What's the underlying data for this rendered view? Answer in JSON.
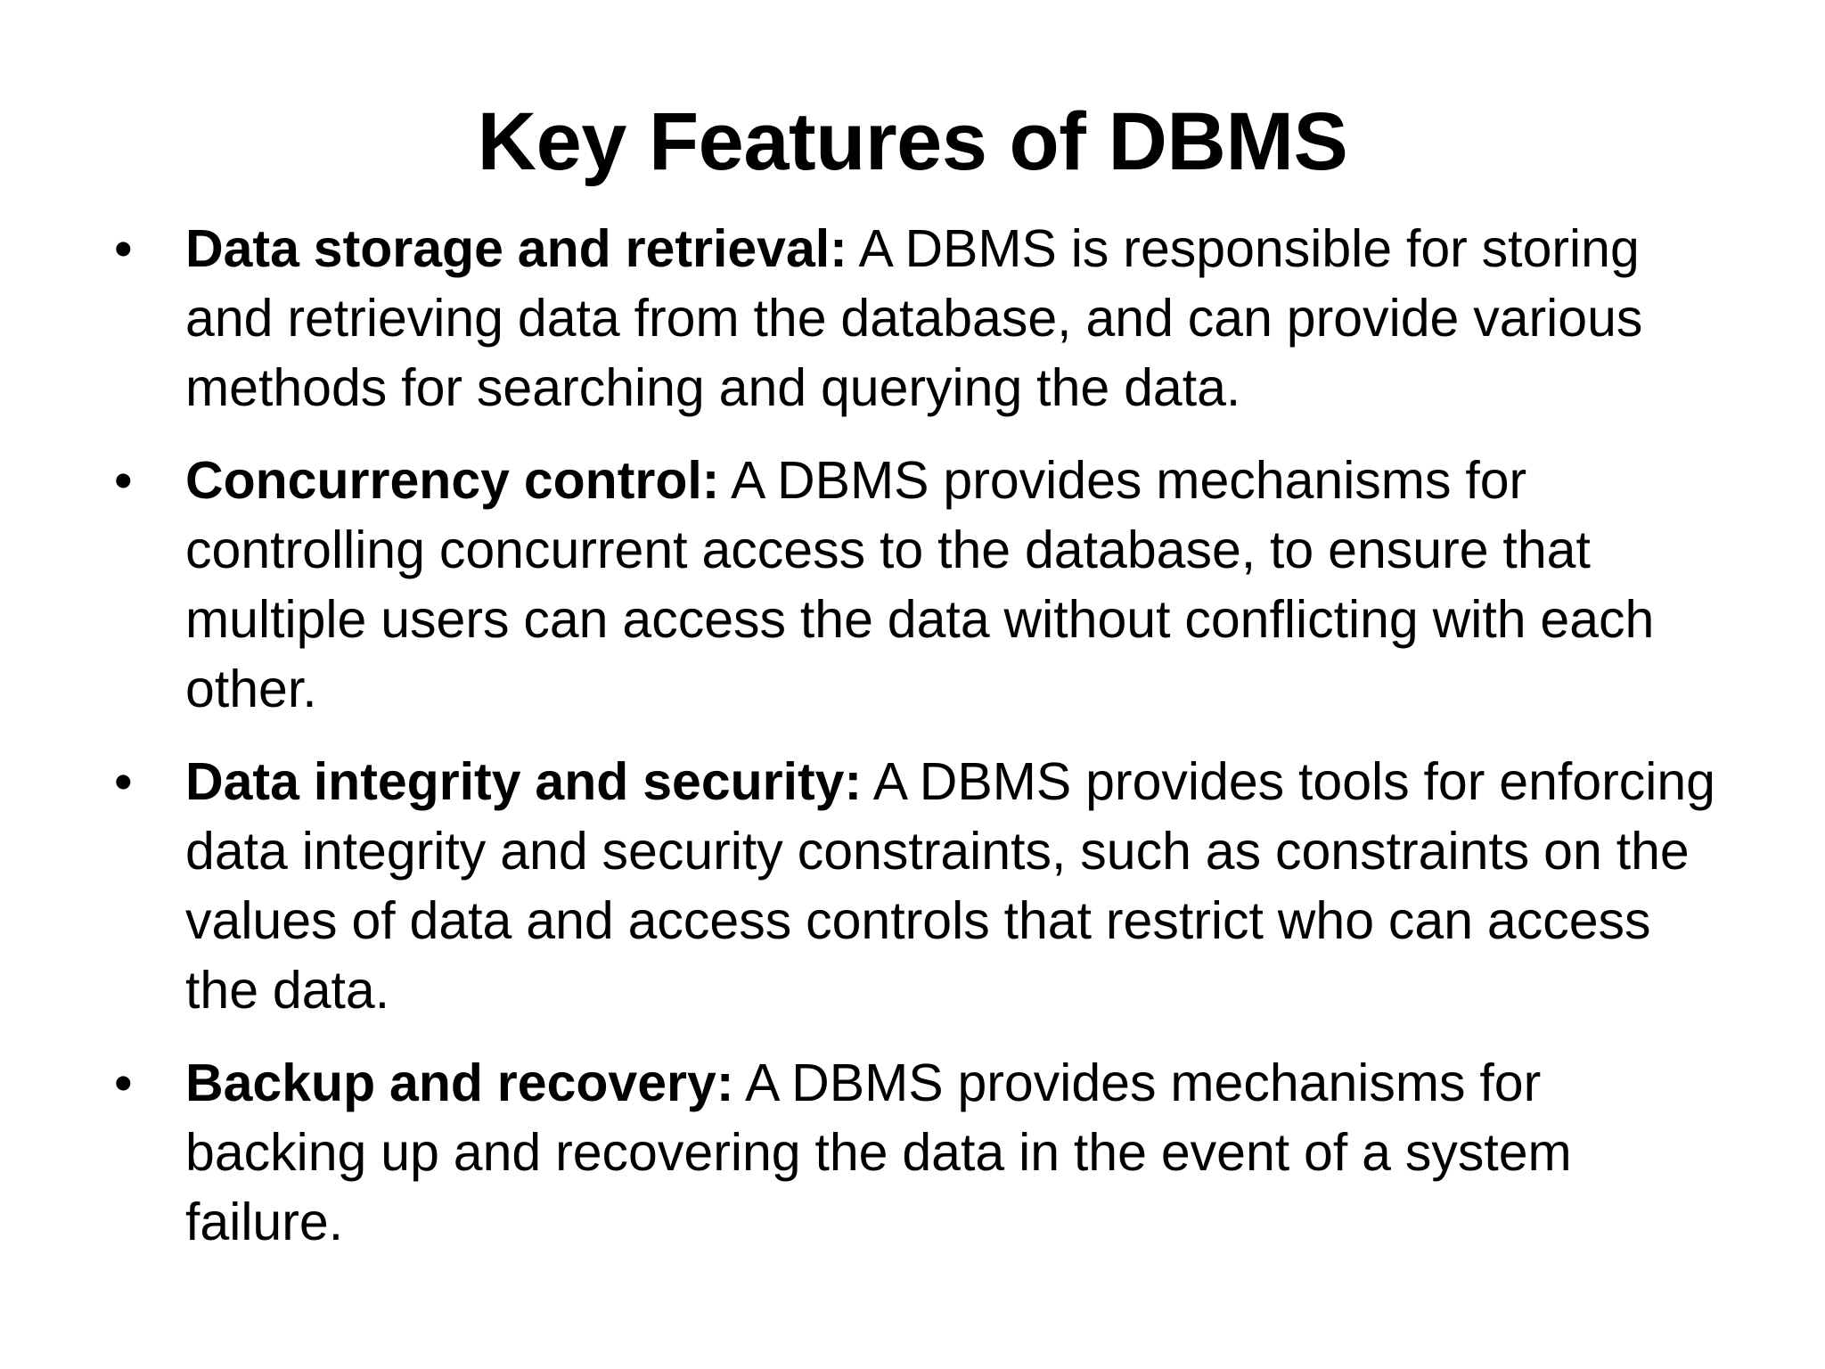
{
  "slide": {
    "title": "Key Features of DBMS",
    "bullet_marker": "•",
    "bullets": [
      {
        "lead": "Data storage and retrieval:",
        "body": " A DBMS is responsible for storing and retrieving data from the database, and can provide various methods for searching and querying the data."
      },
      {
        "lead": "Concurrency control:",
        "body": " A DBMS provides mechanisms for controlling concurrent access to the database, to ensure that multiple users can access the data without conflicting with each other."
      },
      {
        "lead": "Data integrity and security:",
        "body": " A DBMS provides tools for enforcing data integrity and security constraints, such as constraints on the values of data and access controls that restrict who can access the data."
      },
      {
        "lead": "Backup and recovery:",
        "body": " A DBMS provides mechanisms for backing up and recovering the data in the event of a system failure."
      }
    ]
  },
  "colors": {
    "background": "#ffffff",
    "text": "#000000"
  }
}
